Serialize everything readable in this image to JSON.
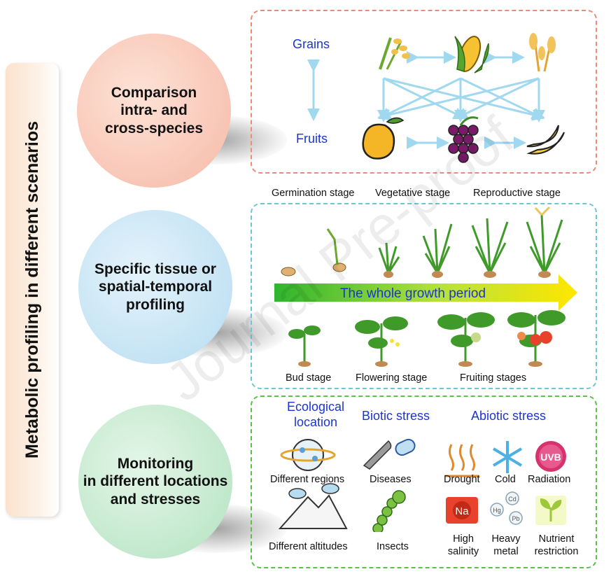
{
  "side_title": "Metabolic profiling in different scenarios",
  "circles": [
    {
      "label": "Comparison\nintra- and\ncross-species"
    },
    {
      "label": "Specific tissue or\nspatial-temporal\nprofiling"
    },
    {
      "label": "Monitoring\nin different locations\nand stresses"
    }
  ],
  "panel1": {
    "grains": "Grains",
    "fruits": "Fruits"
  },
  "panel2": {
    "stages_top": [
      "Germination stage",
      "Vegetative stage",
      "Reproductive stage"
    ],
    "arrow_label": "The whole growth period",
    "stages_bottom": [
      "Bud stage",
      "Flowering stage",
      "Fruiting stages"
    ]
  },
  "panel3": {
    "headers": [
      "Ecological\nlocation",
      "Biotic stress",
      "Abiotic stress"
    ],
    "row1": [
      "Different regions",
      "Diseases",
      "Drought",
      "Cold",
      "Radiation"
    ],
    "row2": [
      "Different altitudes",
      "Insects",
      "High\nsalinity",
      "Heavy\nmetal",
      "Nutrient\nrestriction"
    ],
    "icon_texts": {
      "uvb": "UVB",
      "na": "Na",
      "cd": "Cd",
      "hg": "Hg",
      "pb": "Pb"
    }
  },
  "watermark": "Journal Pre-proof",
  "colors": {
    "panel1_border": "#ef8a77",
    "panel2_border": "#6cc6d8",
    "panel3_border": "#5bbf4a",
    "blue_text": "#1a35d6",
    "arrow_light": "#9fd8ef"
  }
}
